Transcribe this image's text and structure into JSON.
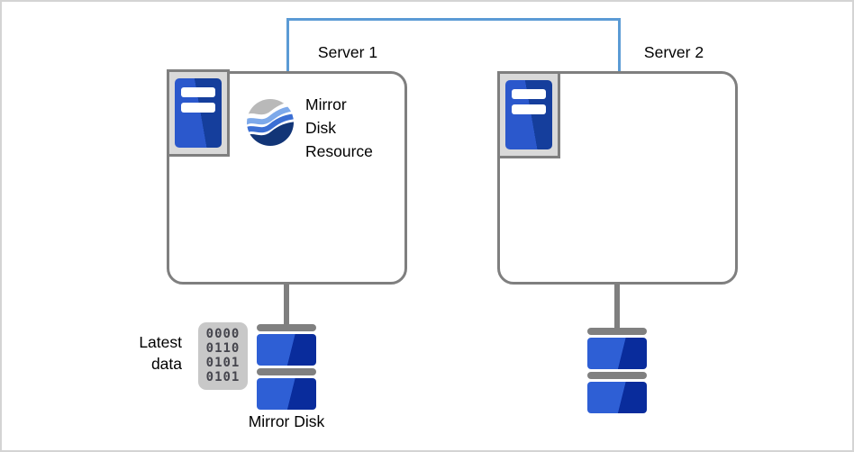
{
  "canvas": {
    "background": "#ffffff",
    "border_color": "#d4d4d4"
  },
  "interconnect": {
    "color": "#5b9bd5"
  },
  "servers": [
    {
      "label": "Server 1"
    },
    {
      "label": "Server 2"
    }
  ],
  "mirror_disk_resource": {
    "label_lines": [
      "Mirror",
      "Disk",
      "Resource"
    ]
  },
  "latest_data": {
    "label_lines": [
      "Latest",
      "data"
    ]
  },
  "binary_icon": {
    "rows": [
      "0000",
      "0110",
      "0101",
      "0101"
    ]
  },
  "mirror_disk": {
    "label": "Mirror Disk"
  },
  "icons": {
    "server": "server-tower-icon",
    "resource": "mirror-disk-resource-icon",
    "binary": "binary-data-icon",
    "disk": "mirror-disk-icon"
  },
  "colors": {
    "interconnect_blue": "#5b9bd5",
    "outline_gray": "#7f7f7f",
    "disk_blue_light": "#2e5fd5",
    "disk_blue_dark": "#092c9c",
    "server_blue_light": "#2b58cc",
    "server_blue_dark": "#153e9c",
    "sphere_gray": "#b9b9b9",
    "sphere_blue_light": "#7da9ea",
    "sphere_blue_mid": "#3b6fd4",
    "sphere_blue_dark": "#123577",
    "binary_bg": "#c8c8c8"
  }
}
